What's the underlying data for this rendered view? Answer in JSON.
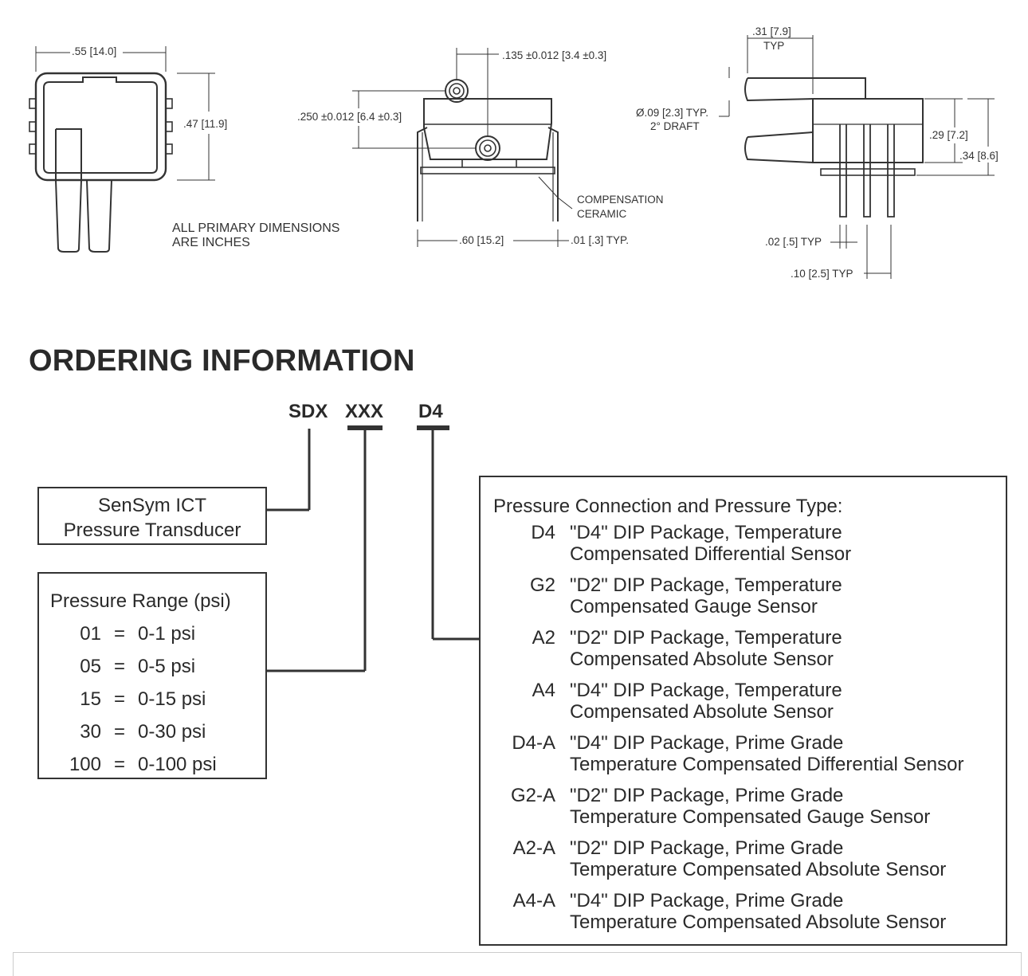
{
  "drawing": {
    "left_view": {
      "width_dim": ".55 [14.0]",
      "height_dim": ".47 [11.9]"
    },
    "center_view": {
      "offset_dim": ".135 ±0.012 [3.4 ±0.3]",
      "port_dim": ".250 ±0.012 [6.4 ±0.3]",
      "ceramic_label_1": "COMPENSATION",
      "ceramic_label_2": "CERAMIC",
      "width_dim": ".60 [15.2]",
      "lead_dim": ".01 [.3] TYP."
    },
    "note_line_1": "ALL PRIMARY DIMENSIONS",
    "note_line_2": "ARE INCHES",
    "right_view": {
      "port_len_dim": ".31 [7.9]",
      "port_len_typ": "TYP",
      "port_dia_dim": "Ø.09 [2.3] TYP.",
      "draft": "2° DRAFT",
      "body_h_dim": ".29 [7.2]",
      "total_h_dim": ".34 [8.6]",
      "pin_w_dim": ".02 [.5] TYP",
      "pin_pitch_dim": ".10 [2.5] TYP"
    }
  },
  "ordering": {
    "title": "ORDERING INFORMATION",
    "code": {
      "prefix": "SDX",
      "range": "XXX",
      "type": "D4"
    },
    "sensym": {
      "line1": "SenSym ICT",
      "line2": "Pressure Transducer"
    },
    "range_box": {
      "heading": "Pressure Range (psi)",
      "rows": [
        {
          "code": "01",
          "eq": "=",
          "value": "0-1 psi"
        },
        {
          "code": "05",
          "eq": "=",
          "value": "0-5 psi"
        },
        {
          "code": "15",
          "eq": "=",
          "value": "0-15 psi"
        },
        {
          "code": "30",
          "eq": "=",
          "value": "0-30 psi"
        },
        {
          "code": "100",
          "eq": "=",
          "value": "0-100 psi"
        }
      ]
    },
    "type_box": {
      "heading": "Pressure Connection and Pressure Type:",
      "rows": [
        {
          "code": "D4",
          "line1": "\"D4\" DIP Package, Temperature",
          "line2": "Compensated Differential Sensor"
        },
        {
          "code": "G2",
          "line1": "\"D2\" DIP Package, Temperature",
          "line2": "Compensated Gauge Sensor"
        },
        {
          "code": "A2",
          "line1": "\"D2\" DIP Package, Temperature",
          "line2": "Compensated Absolute Sensor"
        },
        {
          "code": "A4",
          "line1": "\"D4\" DIP Package, Temperature",
          "line2": "Compensated Absolute Sensor"
        },
        {
          "code": "D4-A",
          "line1": "\"D4\" DIP Package, Prime Grade",
          "line2": "Temperature Compensated Differential Sensor"
        },
        {
          "code": "G2-A",
          "line1": "\"D2\" DIP Package, Prime Grade",
          "line2": "Temperature Compensated Gauge Sensor"
        },
        {
          "code": "A2-A",
          "line1": "\"D2\" DIP Package, Prime Grade",
          "line2": "Temperature Compensated Absolute Sensor"
        },
        {
          "code": "A4-A",
          "line1": "\"D4\" DIP Package, Prime Grade",
          "line2": "Temperature Compensated Absolute Sensor"
        }
      ]
    }
  }
}
